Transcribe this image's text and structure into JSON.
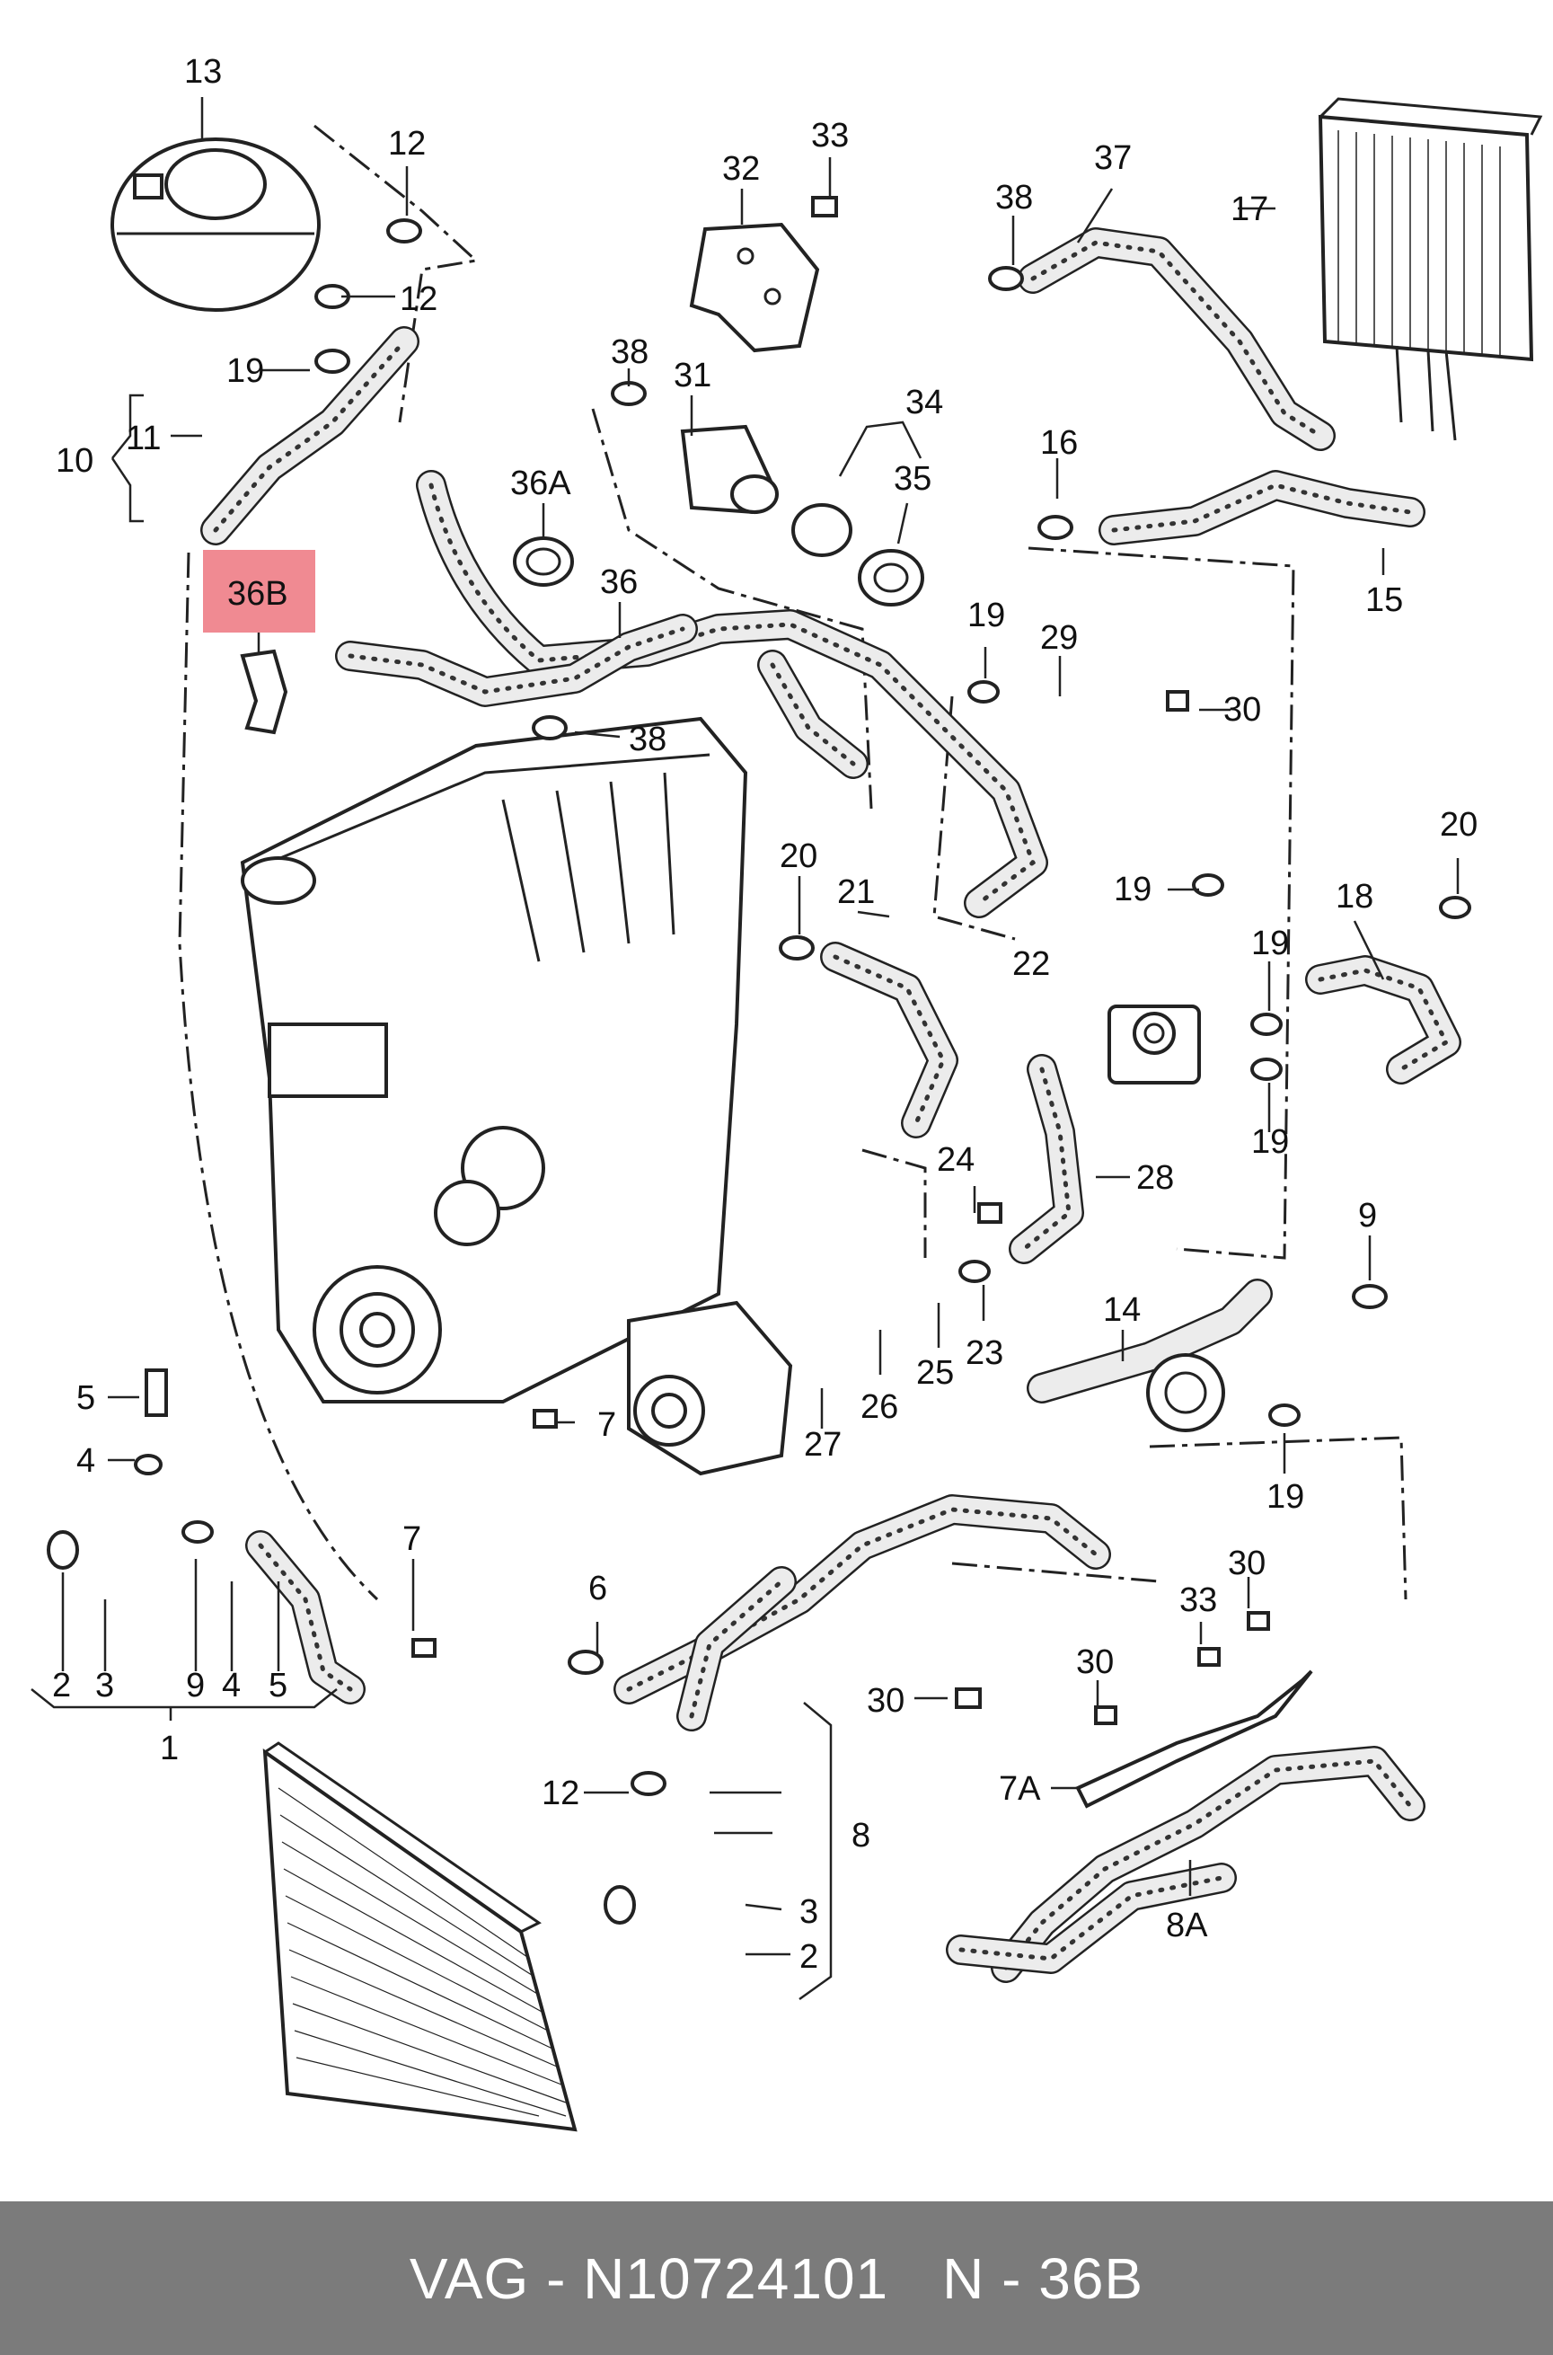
{
  "highlight": {
    "label": "36B",
    "color": "#f08a92"
  },
  "labels": [
    "13",
    "12",
    "12",
    "19",
    "10",
    "11",
    "36B",
    "32",
    "33",
    "38",
    "31",
    "34",
    "35",
    "36A",
    "36",
    "38",
    "37",
    "17",
    "38",
    "16",
    "15",
    "19",
    "29",
    "30",
    "19",
    "20",
    "21",
    "22",
    "18",
    "19",
    "19",
    "20",
    "24",
    "28",
    "23",
    "25",
    "26",
    "27",
    "9",
    "14",
    "19",
    "5",
    "4",
    "2",
    "3",
    "9",
    "4",
    "5",
    "1",
    "7",
    "7",
    "6",
    "12",
    "8",
    "3",
    "2",
    "30",
    "33",
    "30",
    "30",
    "7A",
    "8A"
  ],
  "footer": {
    "part_number": "VAG - N10724101",
    "position": "N - 36B",
    "background": "#7b7b7b"
  }
}
